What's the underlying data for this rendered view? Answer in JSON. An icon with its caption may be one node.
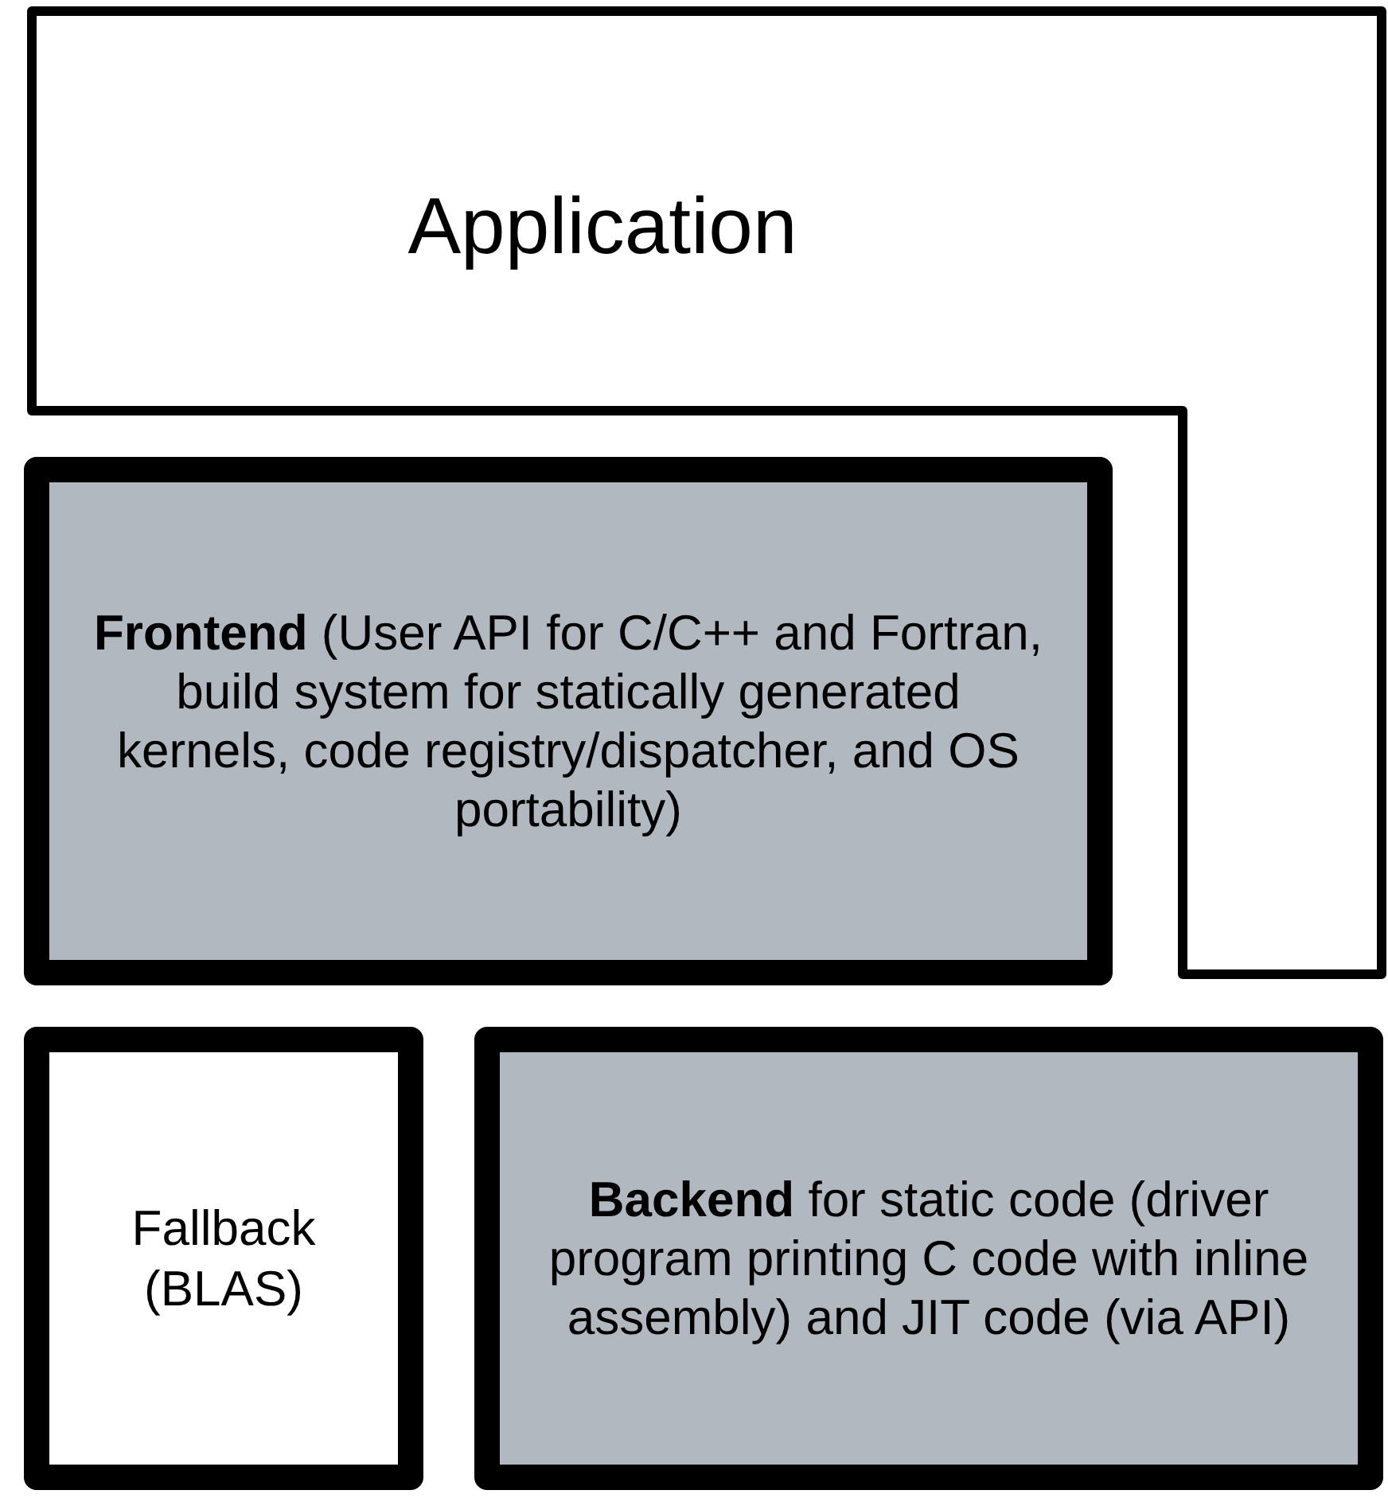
{
  "diagram": {
    "nodes": [
      {
        "text": [
          "Application"
        ]
      },
      {
        "text": [
          "**Frontend** (User API for C/C++ and Fortran, build system for statically generated kernels, code registry/dispatcher, and OS portability)"
        ]
      },
      {
        "text": [
          "Fallback (BLAS)"
        ]
      },
      {
        "text": [
          "**Backend** for static code (driver program printing C code with inline assembly) and JIT code (via API)"
        ]
      }
    ]
  }
}
